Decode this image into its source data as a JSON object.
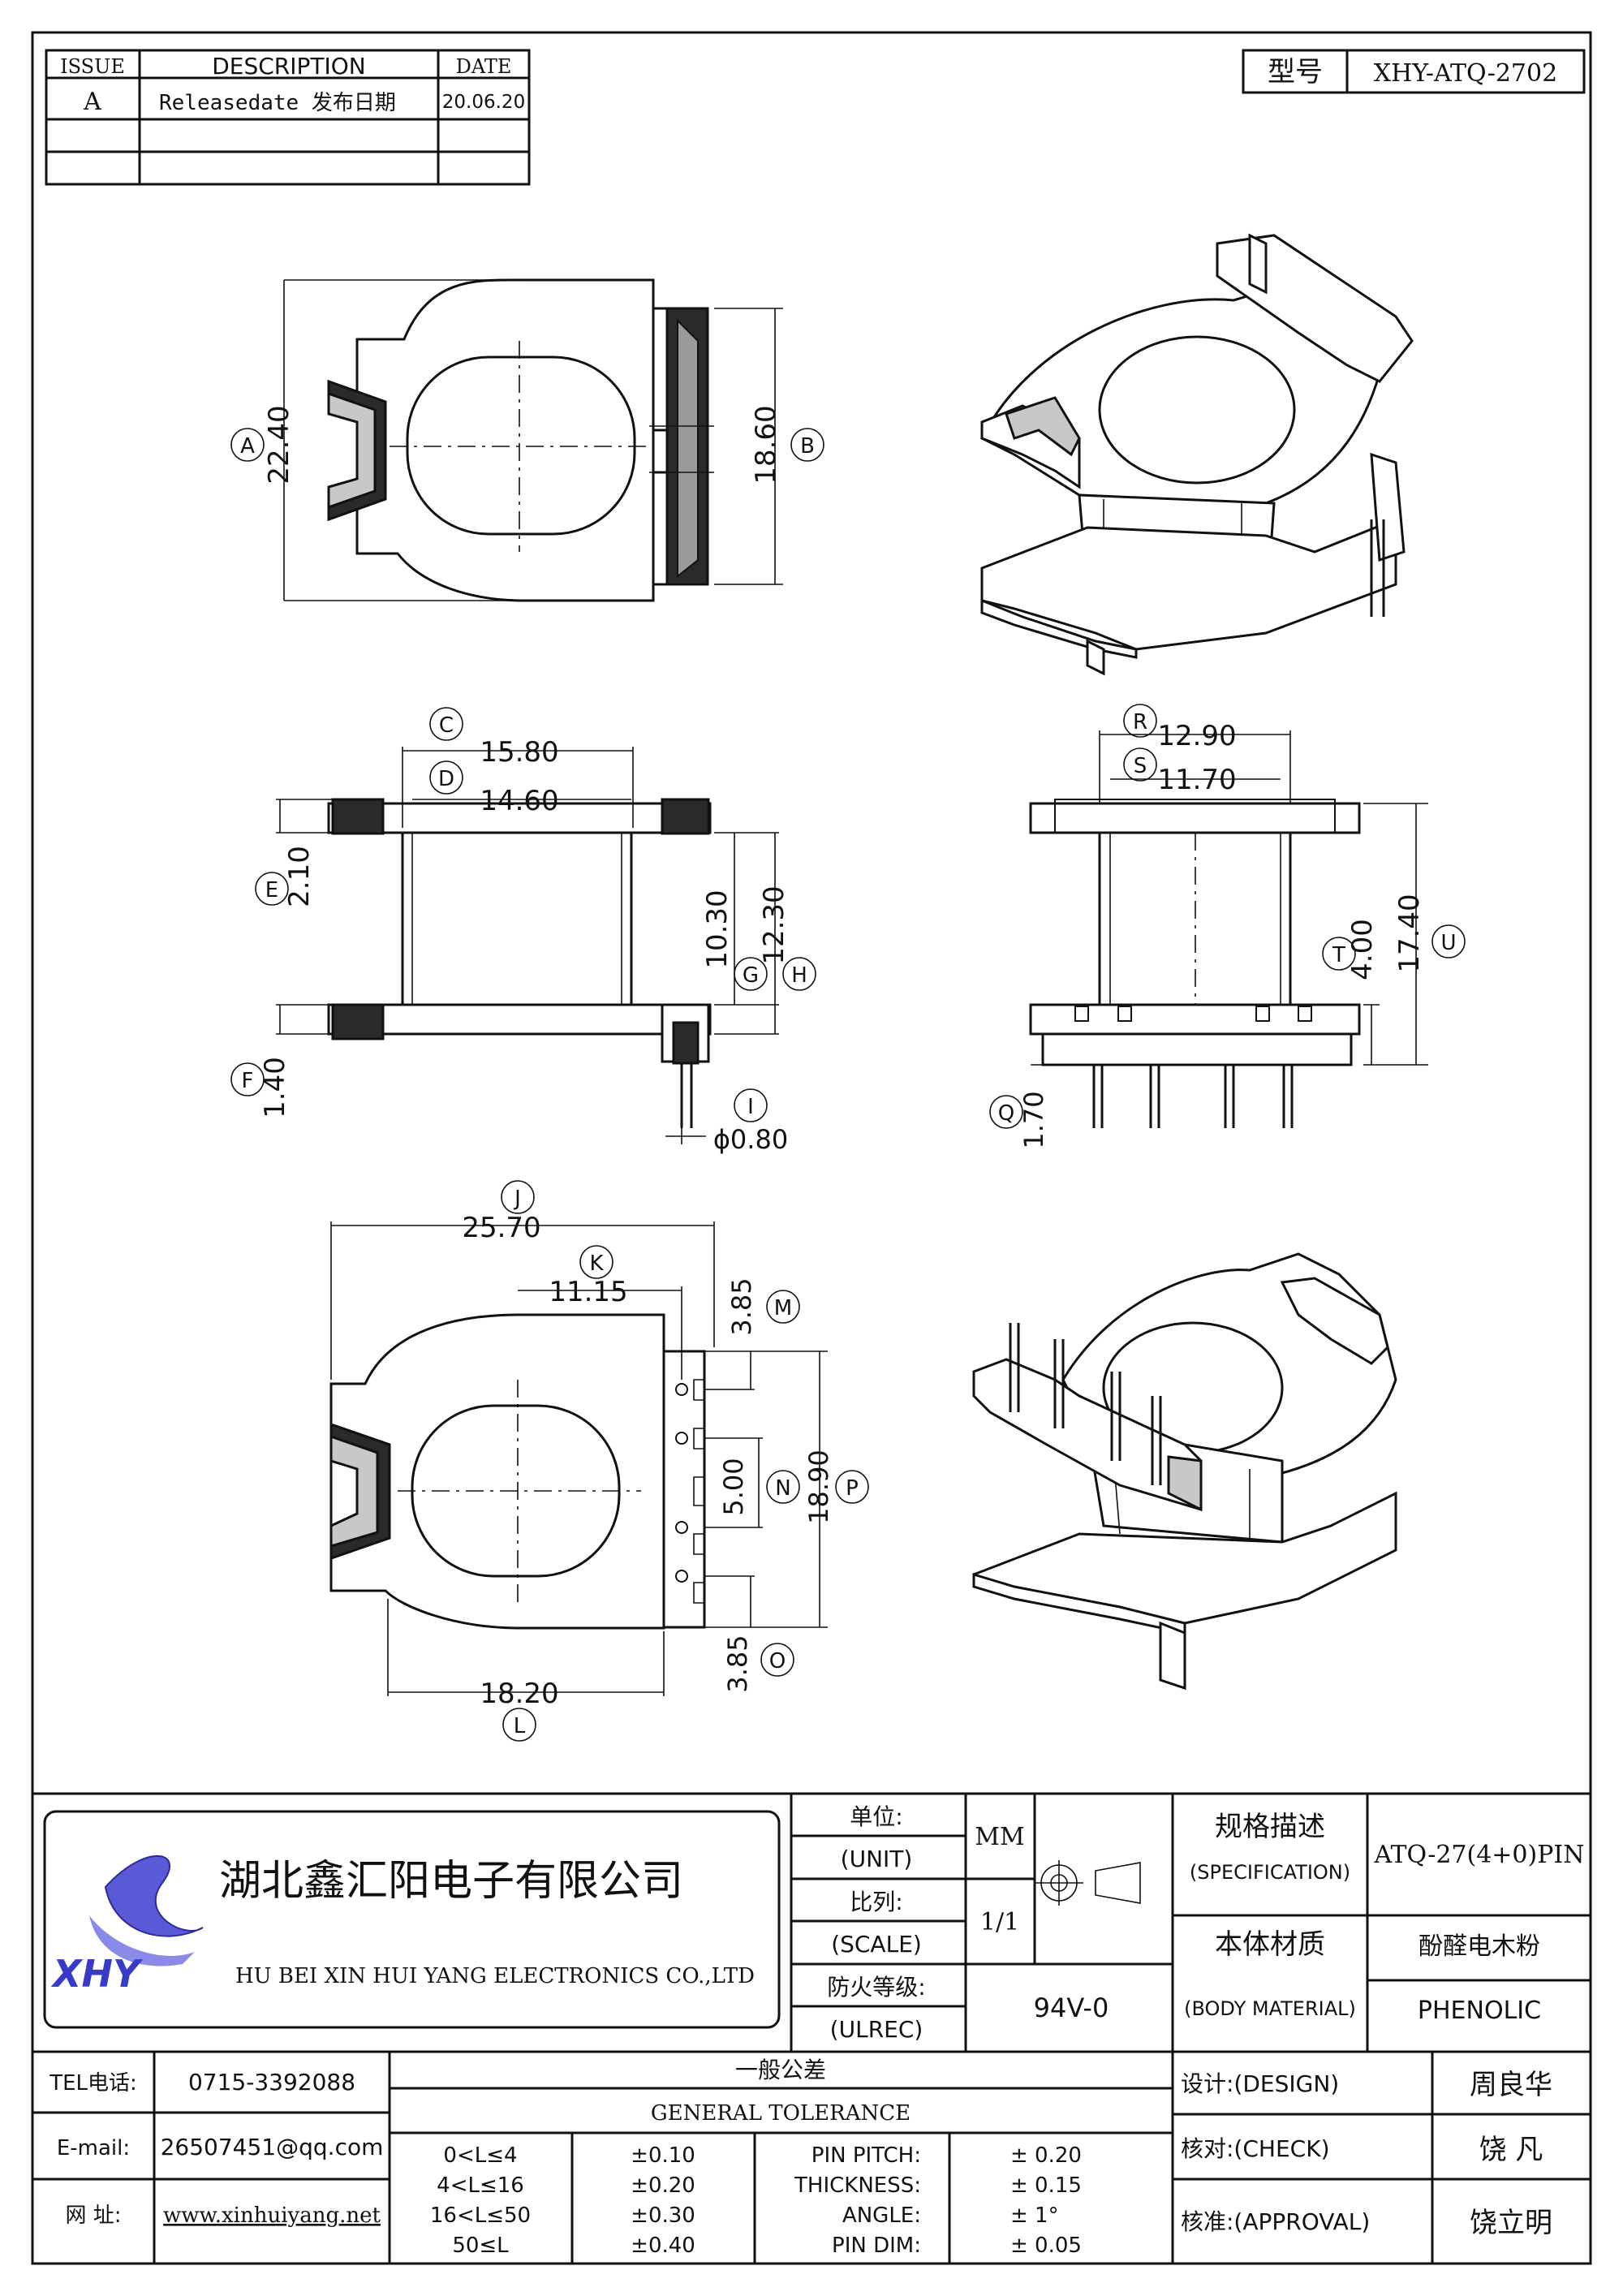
{
  "revision_table": {
    "headers": [
      "ISSUE",
      "DESCRIPTION",
      "DATE"
    ],
    "rows": [
      {
        "issue": "A",
        "description": "Releasedate 发布日期",
        "date": "20.06.20"
      },
      {
        "issue": "",
        "description": "",
        "date": ""
      },
      {
        "issue": "",
        "description": "",
        "date": ""
      }
    ]
  },
  "model": {
    "label": "型号",
    "value": "XHY-ATQ-2702"
  },
  "dimensions": {
    "A": "22.40",
    "B": "18.60",
    "C": "15.80",
    "D": "14.60",
    "E": "2.10",
    "F": "1.40",
    "G": "10.30",
    "H": "12.30",
    "I": "ϕ0.80",
    "J": "25.70",
    "K": "11.15",
    "L": "18.20",
    "M": "3.85",
    "N": "5.00",
    "O": "3.85",
    "P": "18.90",
    "Q": "1.70",
    "R": "12.90",
    "S": "11.70",
    "T": "4.00",
    "U": "17.40"
  },
  "title_block": {
    "company_cn": "湖北鑫汇阳电子有限公司",
    "company_en": "HU BEI XIN HUI YANG ELECTRONICS CO.,LTD",
    "logo_text": "XHY",
    "unit_cn": "单位:",
    "unit_en": "(UNIT)",
    "unit_value": "MM",
    "scale_cn": "比列:",
    "scale_en": "(SCALE)",
    "scale_value": "1/1",
    "fire_cn": "防火等级:",
    "fire_en": "(ULREC)",
    "fire_value": "94V-0",
    "spec_cn": "规格描述",
    "spec_en": "(SPECIFICATION)",
    "spec_value": "ATQ-27(4+0)PIN",
    "material_cn": "本体材质",
    "material_en": "(BODY MATERIAL)",
    "material_value_cn": "酚醛电木粉",
    "material_value_en": "PHENOLIC",
    "tel_label": "TEL电话:",
    "tel": "0715-3392088",
    "email_label": "E-mail:",
    "email": "26507451@qq.com",
    "web_label": "网  址:",
    "web": "www.xinhuiyang.net",
    "tolerance_cn": "一般公差",
    "tolerance_en": "GENERAL TOLERANCE",
    "tolerances": [
      {
        "range": "0<L≤4",
        "value": "±0.10"
      },
      {
        "range": "4<L≤16",
        "value": "±0.20"
      },
      {
        "range": "16<L≤50",
        "value": "±0.30"
      },
      {
        "range": "50≤L",
        "value": "±0.40"
      }
    ],
    "specs": [
      {
        "name": "PIN PITCH:",
        "value": "±  0.20"
      },
      {
        "name": "THICKNESS:",
        "value": "±  0.15"
      },
      {
        "name": "ANGLE:",
        "value": "±  1°"
      },
      {
        "name": "PIN DIM:",
        "value": "±  0.05"
      }
    ],
    "design_label": "设计:(DESIGN)",
    "design_name": "周良华",
    "check_label": "核对:(CHECK)",
    "check_name": "饶  凡",
    "approval_label": "核准:(APPROVAL)",
    "approval_name": "饶立明"
  }
}
